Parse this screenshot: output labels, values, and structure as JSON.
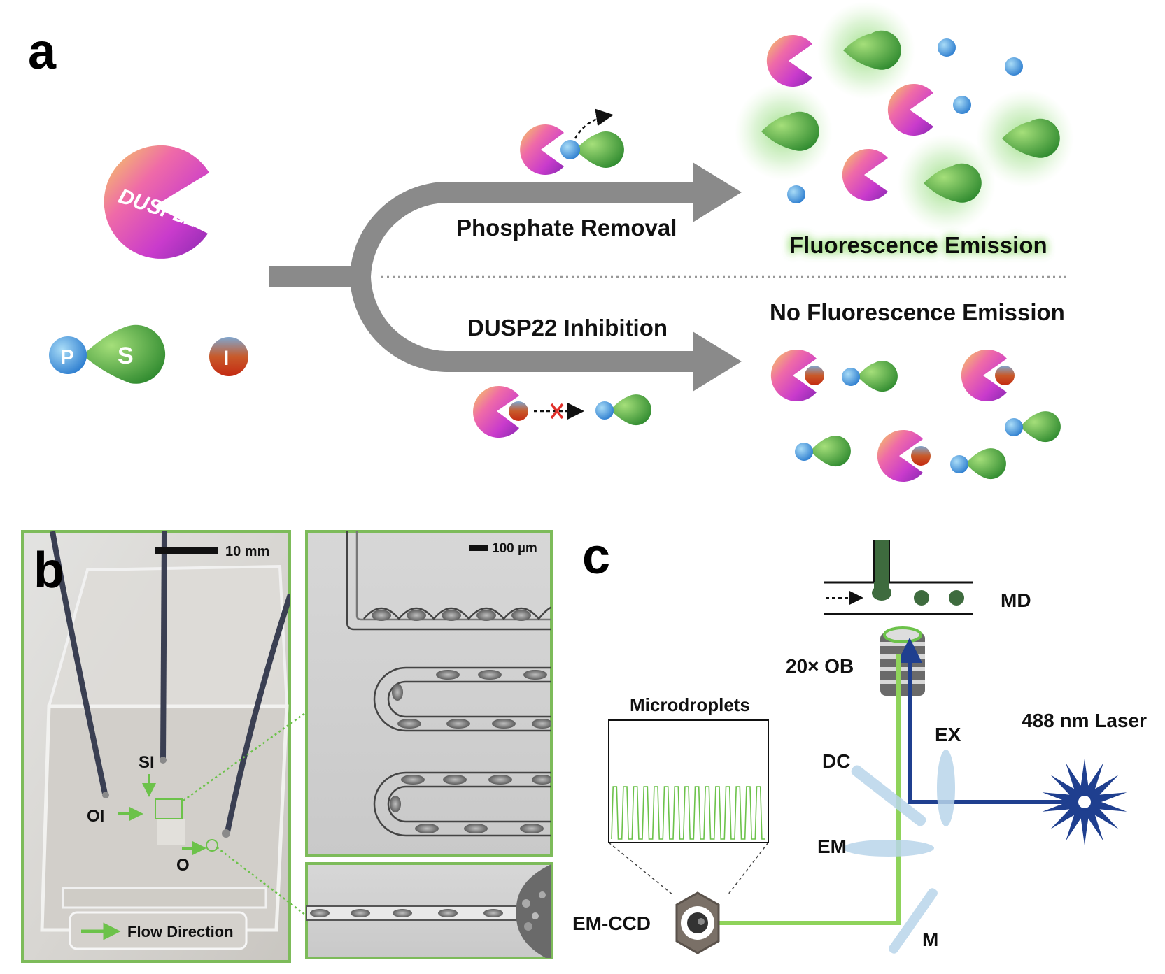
{
  "panels": {
    "a": {
      "label": "a",
      "enzyme_label": "DUSP22",
      "phosphate_label": "P",
      "substrate_label": "S",
      "inhibitor_label": "I",
      "top_path_label": "Phosphate Removal",
      "bottom_path_label": "DUSP22 Inhibition",
      "top_result_label": "Fluorescence Emission",
      "bottom_result_label": "No Fluorescence Emission"
    },
    "b": {
      "label": "b",
      "scale_bar_photo": "10 mm",
      "scale_bar_micro": "100 µm",
      "inlet_si": "SI",
      "inlet_oi": "OI",
      "outlet_o": "O",
      "legend_label": "Flow Direction"
    },
    "c": {
      "label": "c",
      "md_label": "MD",
      "objective_label": "20× OB",
      "ex_label": "EX",
      "laser_label": "488 nm Laser",
      "dc_label": "DC",
      "em_label": "EM",
      "mirror_label": "M",
      "camera_label": "EM-CCD",
      "signal_box_label": "Microdroplets"
    }
  },
  "colors": {
    "arrow_gray": "#8a8a8a",
    "green": "#6cc24a",
    "laser_blue": "#1f3f8f",
    "glass": "#b9d5ea",
    "panel_border": "#7dbb5a"
  }
}
